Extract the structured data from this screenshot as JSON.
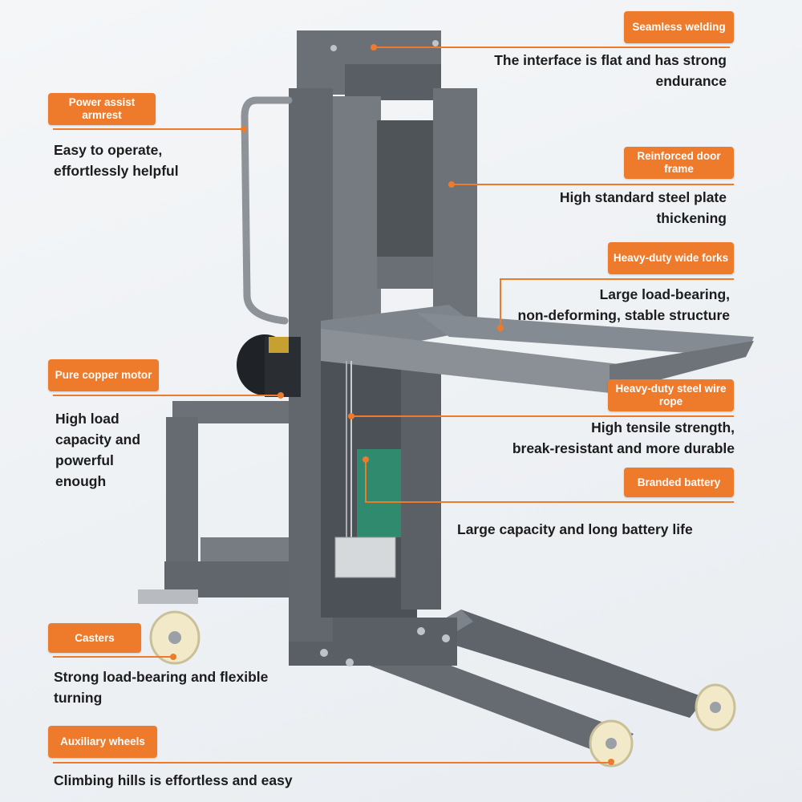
{
  "features": {
    "seamless_welding": {
      "tag": "Seamless welding",
      "desc": "The interface is flat and has strong\nendurance"
    },
    "power_assist": {
      "tag": "Power assist armrest",
      "desc": "Easy to operate,\neffortlessly helpful"
    },
    "door_frame": {
      "tag": "Reinforced door frame",
      "desc": "High standard steel plate\nthickening"
    },
    "wide_forks": {
      "tag": "Heavy-duty wide forks",
      "desc": "Large load-bearing,\nnon-deforming, stable structure"
    },
    "copper_motor": {
      "tag": "Pure copper motor",
      "desc": "High load\ncapacity and\npowerful\nenough"
    },
    "wire_rope": {
      "tag": "Heavy-duty steel wire rope",
      "desc": "High tensile strength,\nbreak-resistant and more durable"
    },
    "battery": {
      "tag": "Branded battery",
      "desc": "Large capacity and long battery life"
    },
    "casters": {
      "tag": "Casters",
      "desc": "Strong load-bearing and flexible\nturning"
    },
    "aux_wheels": {
      "tag": "Auxiliary wheels",
      "desc": "Climbing hills is effortless and easy"
    }
  },
  "colors": {
    "accent": "#ee7a2b",
    "steel": "#6f747a",
    "steel_dark": "#50555b",
    "steel_light": "#8a9096"
  }
}
